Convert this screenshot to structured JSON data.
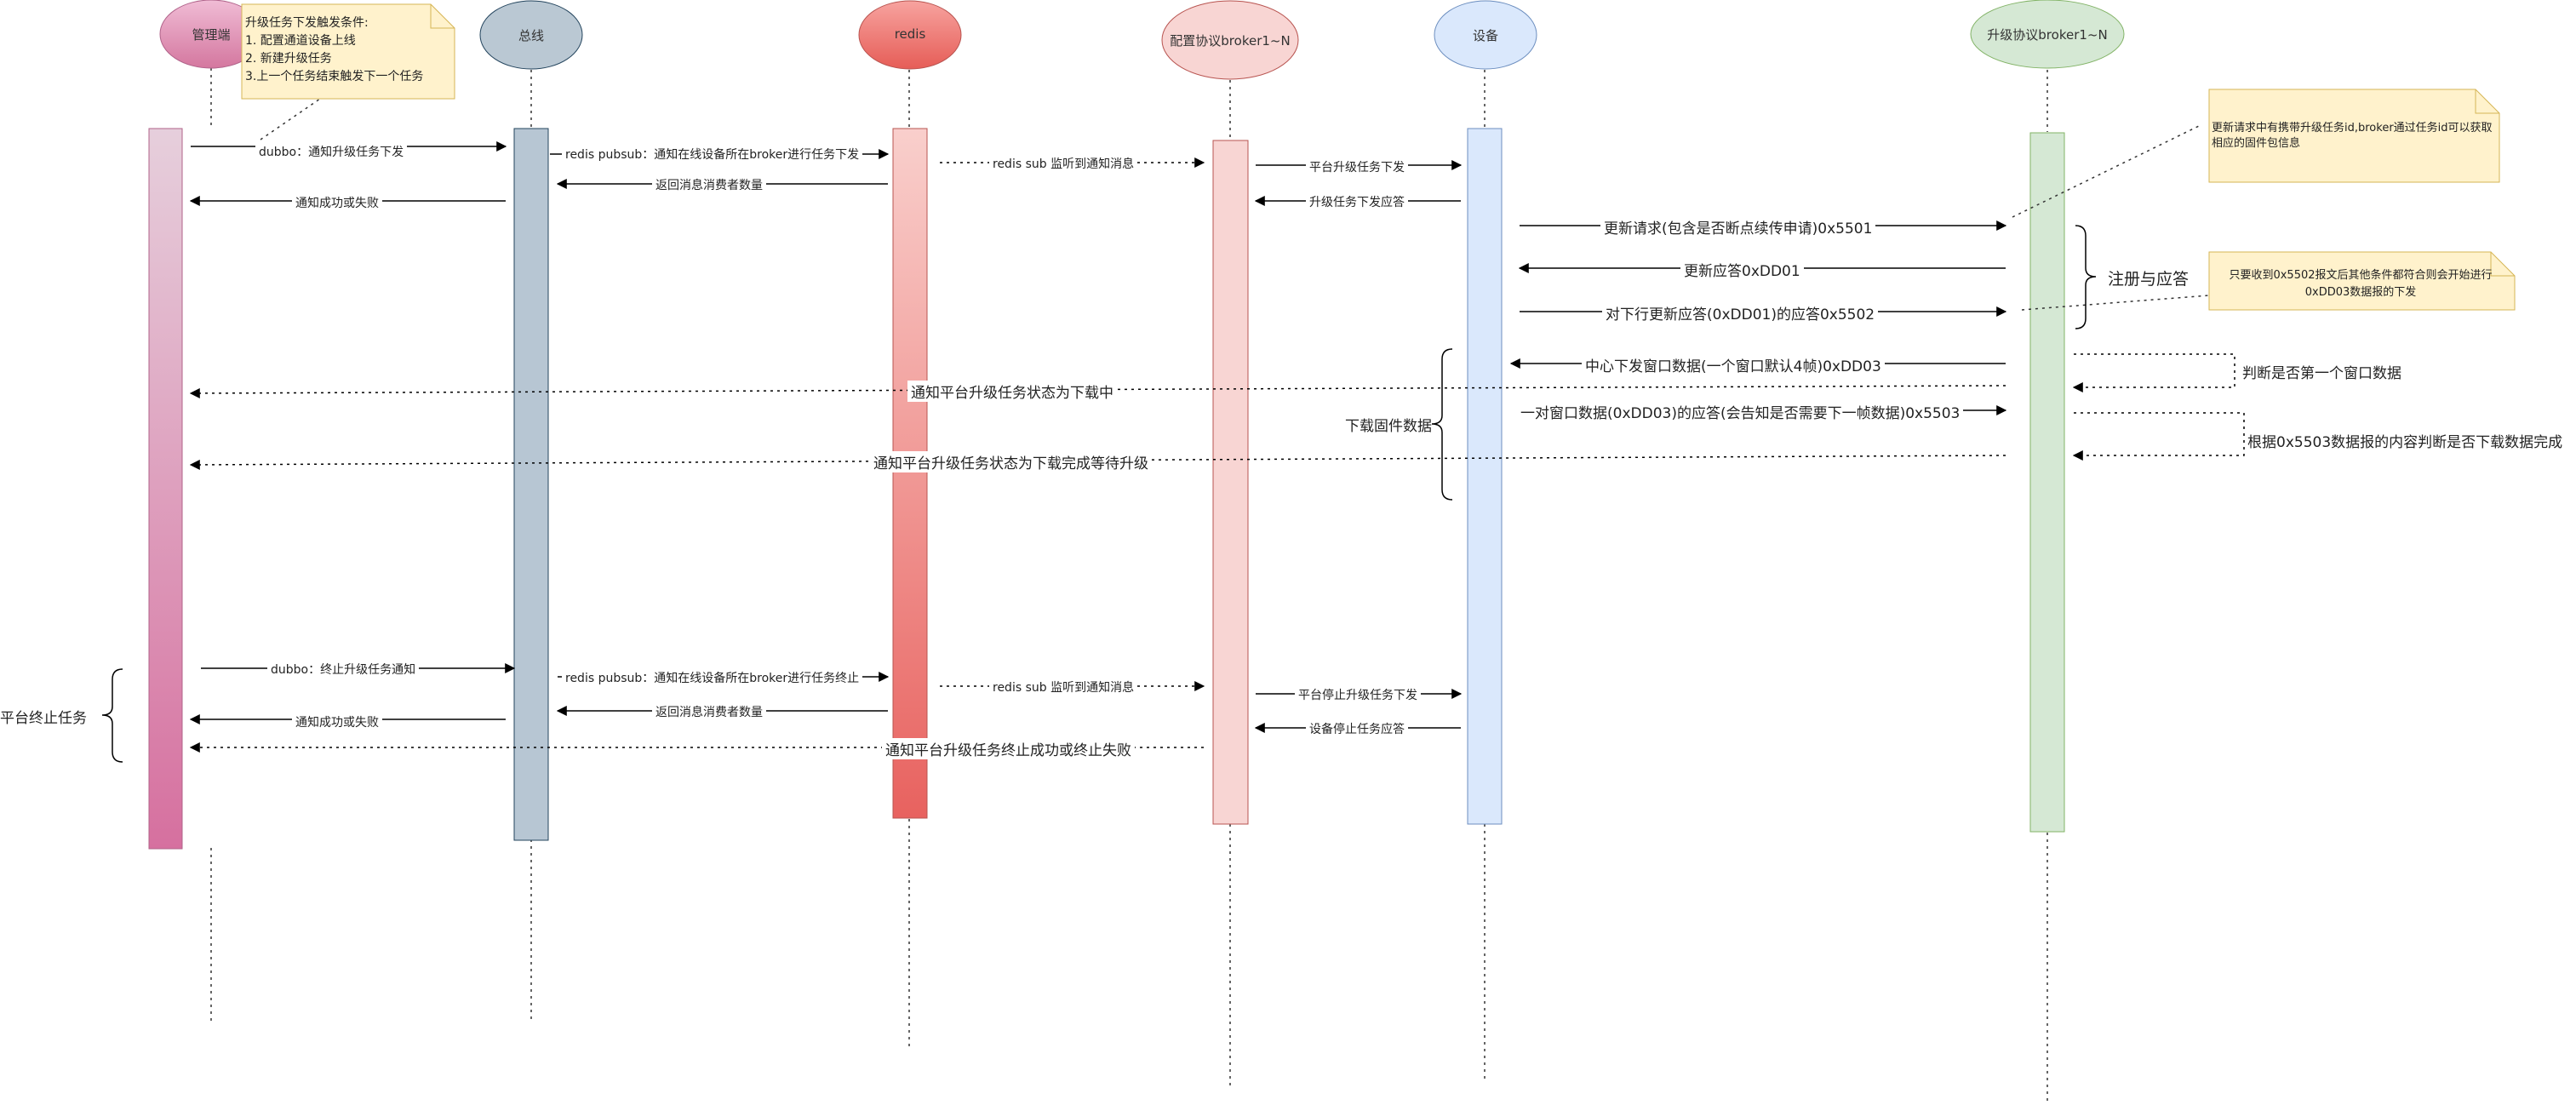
{
  "participants": [
    {
      "label": "管理端",
      "color": "#e6a3c4"
    },
    {
      "label": "总线",
      "color": "#b7c6d3"
    },
    {
      "label": "redis",
      "color": "#ef6b66"
    },
    {
      "label": "配置协议broker1~N",
      "color": "#f8d5d3"
    },
    {
      "label": "设备",
      "color": "#d9e8fb"
    },
    {
      "label": "升级协议broker1~N",
      "color": "#d5e8d4"
    }
  ],
  "notes": {
    "trigger_title": "升级任务下发触发条件:",
    "trigger_1": "1. 配置通道设备上线",
    "trigger_2": "2. 新建升级任务",
    "trigger_3": "3.上一个任务结束触发下一个任务",
    "firmware_note": "更新请求中有携带升级任务id,broker通过任务id可以获取相应的固件包信息",
    "start_note": "只要收到0x5502报文后其他条件都符合则会开始进行0xDD03数据报的下发"
  },
  "messages": {
    "m1": "dubbo：通知升级任务下发",
    "m2": "redis pubsub：通知在线设备所在broker进行任务下发",
    "m3": "redis sub 监听到通知消息",
    "m4": "平台升级任务下发",
    "m5": "返回消息消费者数量",
    "m6": "升级任务下发应答",
    "m7": "通知成功或失败",
    "m8": "更新请求(包含是否断点续传申请)0x5501",
    "m9": "更新应答0xDD01",
    "m10": "对下行更新应答(0xDD01)的应答0x5502",
    "m11": "中心下发窗口数据(一个窗口默认4帧)0xDD03",
    "m12": "通知平台升级任务状态为下载中",
    "m13": "一对窗口数据(0xDD03)的应答(会告知是否需要下一帧数据)0x5503",
    "m14": "通知平台升级任务状态为下载完成等待升级",
    "m15": "dubbo：终止升级任务通知",
    "m16": "redis pubsub：通知在线设备所在broker进行任务终止",
    "m17": "redis sub 监听到通知消息",
    "m18": "平台停止升级任务下发",
    "m19": "返回消息消费者数量",
    "m20": "设备停止任务应答",
    "m21": "通知成功或失败",
    "m22": "通知平台升级任务终止成功或终止失败"
  },
  "annotations": {
    "register": "注册与应答",
    "first_window": "判断是否第一个窗口数据",
    "download_done": "根据0x5503数据报的内容判断是否下载数据完成",
    "download_fw": "下载固件数据",
    "platform_stop": "平台终止任务"
  }
}
